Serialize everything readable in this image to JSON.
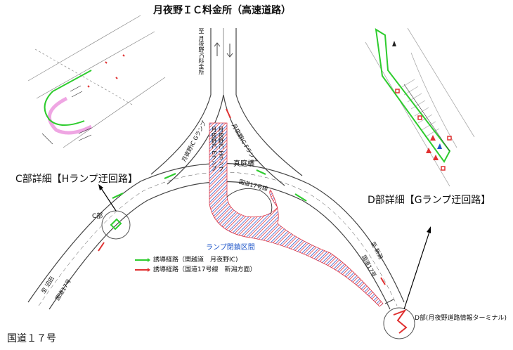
{
  "title": "月夜野ＩＣ料金所（高速道路）",
  "labels": {
    "c_detail": "C部詳細【Hランプ迂回路】",
    "d_detail": "D部詳細【Gランプ迂回路】",
    "kokudo_bottom": "国道１７号",
    "c_point": "C部",
    "d_point": "D部(月夜野道路情報ターミナル)",
    "ramp_closed": "ランプ閉鎖区間",
    "makuramabashi": "真庭橋",
    "route17_line": "国道17号線",
    "to_tsukiyono_ic": "至 月夜野IC料金所",
    "ramp_g": "月夜野IC Gランプ",
    "ramp_h": "月夜野IC Hランプ",
    "ramp_e": "月夜野IC Eランプ",
    "ramp_f": "月夜野IC Fランプ",
    "to_numata": "至 沼田",
    "route17_left": "国道17号",
    "to_niigata": "至 新潟",
    "route17_right": "国道17号"
  },
  "legend": [
    {
      "label": "誘導経路（関越道　月夜野IC)",
      "color": "#2ecc2e"
    },
    {
      "label": "誘導経路（国道17号線　新潟方面）",
      "color": "#e03030"
    }
  ],
  "colors": {
    "guide_green": "#2ecc2e",
    "guide_red": "#e03030",
    "closed_blue": "#3355cc",
    "closed_red": "#dd3344",
    "pink": "#e56bd0"
  }
}
